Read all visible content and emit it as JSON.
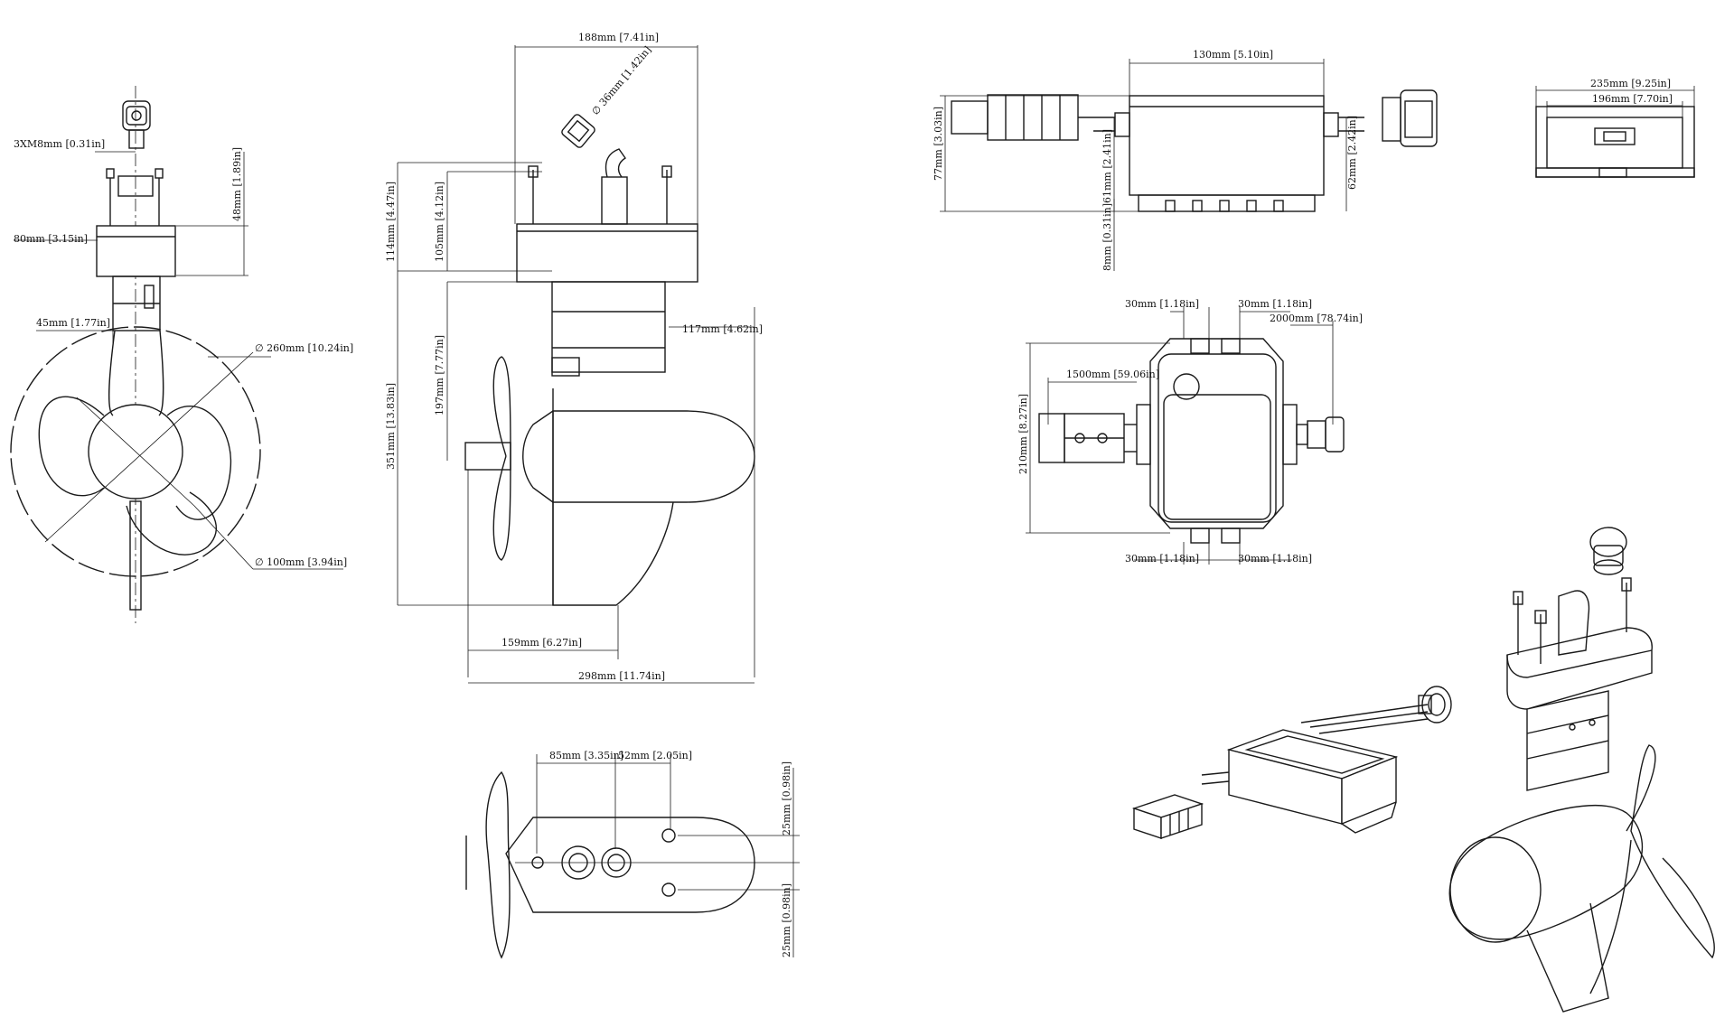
{
  "dimensions": {
    "bolt": "3XM8mm",
    "bolt_in": "0.31in",
    "d80": "80mm",
    "d80_in": "3.15in",
    "d48": "48mm",
    "d48_in": "1.89in",
    "d45": "45mm",
    "d45_in": "1.77in",
    "prop_dia": "260mm",
    "prop_dia_in": "10.24in",
    "hub_dia": "100mm",
    "hub_dia_in": "3.94in",
    "d188": "188mm",
    "d188_in": "7.41in",
    "conn_dia": "36mm",
    "conn_dia_in": "1.42in",
    "d114": "114mm",
    "d114_in": "4.47in",
    "d105": "105mm",
    "d105_in": "4.12in",
    "d117": "117mm",
    "d117_in": "4.62in",
    "d197": "197mm",
    "d197_in": "7.77in",
    "d351": "351mm",
    "d351_in": "13.83in",
    "d159": "159mm",
    "d159_in": "6.27in",
    "d298": "298mm",
    "d298_in": "11.74in",
    "d85": "85mm",
    "d85_in": "3.35in",
    "d52": "52mm",
    "d52_in": "2.05in",
    "d25a": "25mm",
    "d25a_in": "0.98in",
    "d25b": "25mm",
    "d25b_in": "0.98in",
    "d130": "130mm",
    "d130_in": "5.10in",
    "d77": "77mm",
    "d77_in": "3.03in",
    "d61": "61mm",
    "d61_in": "2.41in",
    "d62": "62mm",
    "d62_in": "2.42in",
    "d8": "8mm",
    "d8_in": "0.31in",
    "d235": "235mm",
    "d235_in": "9.25in",
    "d196": "196mm",
    "d196_in": "7.70in",
    "d30a": "30mm",
    "d30a_in": "1.18in",
    "d30b": "30mm",
    "d30b_in": "1.18in",
    "d2000": "2000mm",
    "d2000_in": "78.74in",
    "d1500": "1500mm",
    "d1500_in": "59.06in",
    "d210": "210mm",
    "d210_in": "8.27in",
    "d30c": "30mm",
    "d30c_in": "1.18in",
    "d30d": "30mm",
    "d30d_in": "1.18in"
  }
}
